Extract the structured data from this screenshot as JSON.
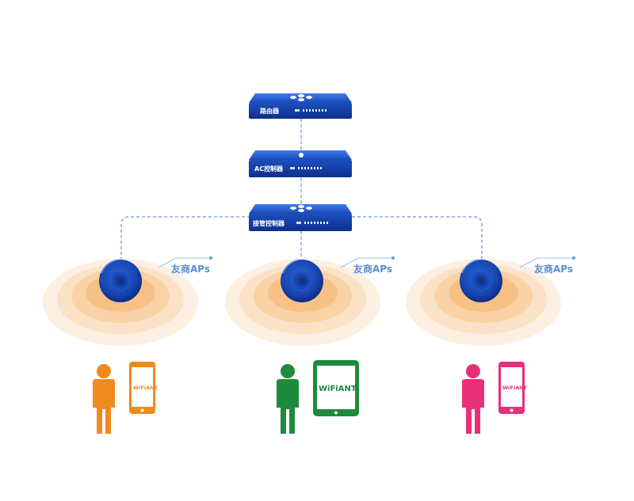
{
  "devices": {
    "router": {
      "label": "路由器"
    },
    "ac_controller": {
      "label": "AC控制器"
    },
    "access_controller": {
      "label": "接管控制器"
    }
  },
  "aps": [
    {
      "label": "友商APs"
    },
    {
      "label": "友商APs"
    },
    {
      "label": "友商APs"
    }
  ],
  "clients": [
    {
      "person_color": "#f08a1e",
      "device": "phone",
      "logo": "WiFiANT"
    },
    {
      "person_color": "#1e8a3c",
      "device": "tablet",
      "logo": "WiFiANT"
    },
    {
      "person_color": "#e8307a",
      "device": "phone",
      "logo": "WiFiANT"
    }
  ],
  "colors": {
    "device_blue": "#1a4ab8",
    "link_dashed": "#6a9ad8",
    "signal_orange": "#f6b060"
  }
}
